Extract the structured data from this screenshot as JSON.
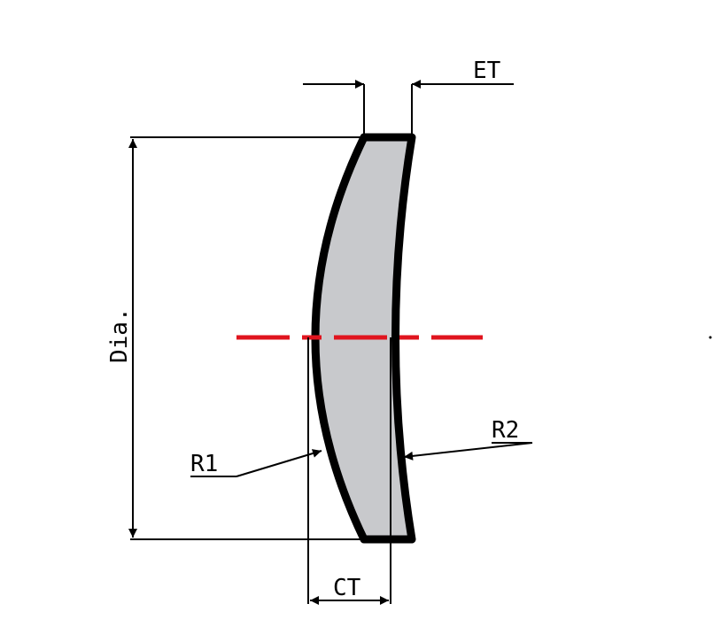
{
  "labels": {
    "et": "ET",
    "dia": "Dia.",
    "r1": "R1",
    "r2": "R2",
    "ct": "CT"
  },
  "colors": {
    "lens_fill": "#c8c9cc",
    "outline": "#000000",
    "axis": "#e0141e",
    "background": "#ffffff"
  }
}
